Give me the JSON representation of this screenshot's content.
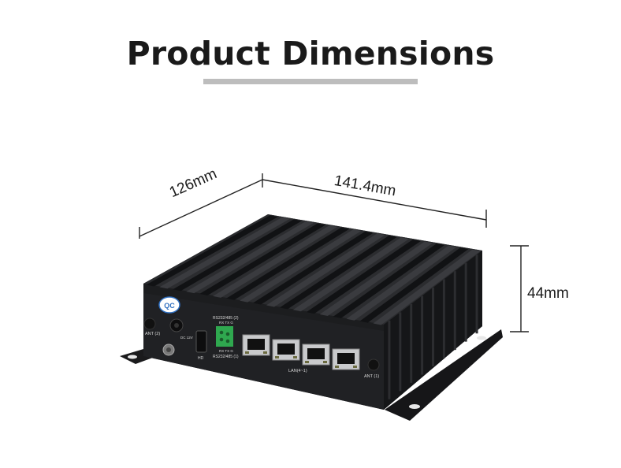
{
  "heading": "Product Dimensions",
  "dimensions": {
    "depth": "126mm",
    "width": "141.4mm",
    "height": "44mm"
  },
  "device": {
    "badge": "QC",
    "port_labels": {
      "ant_left": "ANT (2)",
      "ant_right": "ANT (1)",
      "dc": "DC 12V",
      "hdmi": "HD",
      "rs_top": "RS232/485 (2)",
      "rs_pins_top": "RX TX G",
      "rs_pins_bottom": "RX TX G",
      "rs_bottom": "RS232/485 (1)",
      "lan": "LAN(4~1)"
    }
  },
  "colors": {
    "body": "#1b1c1e",
    "fins": "#2a2b2e",
    "terminal": "#2fa84f",
    "badge": "#2f6fc0"
  }
}
